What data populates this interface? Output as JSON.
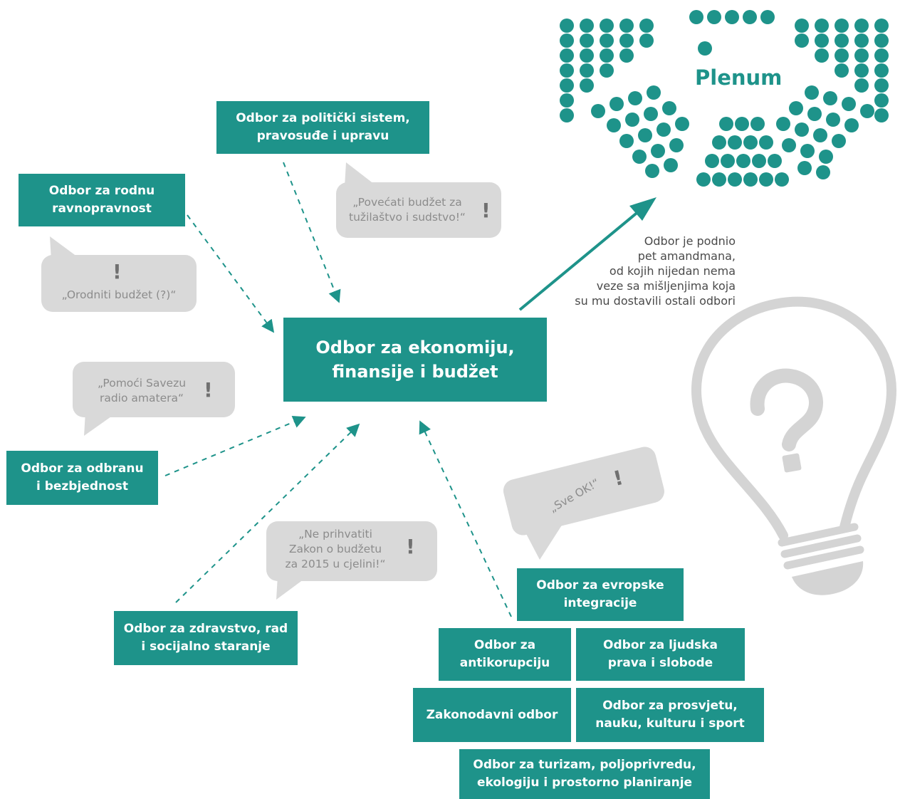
{
  "central_committee": {
    "label": "Odbor za ekonomiju,\nfinansije i budžet"
  },
  "committees": {
    "political_system": "Odbor za politički sistem,\npravosuđe i upravu",
    "gender_equality": "Odbor za rodnu\nravnopravnost",
    "defense": "Odbor za odbranu\ni bezbjednost",
    "health": "Odbor za zdravstvo, rad\ni socijalno staranje",
    "european_integration": "Odbor za evropske\nintegracije",
    "anticorruption": "Odbor za\nantikorupciju",
    "human_rights": "Odbor za ljudska\nprava i slobode",
    "legislative": "Zakonodavni odbor",
    "education": "Odbor za prosvjetu,\nnauku, kulturu i sport",
    "tourism": "Odbor za turizam, poljoprivredu,\nekologiju i prostorno planiranje"
  },
  "opinions": {
    "political_system": "„Povećati budžet za\ntužilaštvo i sudstvo!“",
    "gender_equality": "„Orodniti budžet (?)“",
    "defense": "„Pomoći Savezu\nradio amatera“",
    "health": "„Ne prihvatiti\nZakon o budžetu\nza 2015 u cjelini!“",
    "european_integration": "„Sve OK!“"
  },
  "exclamation": "!",
  "plenum": {
    "label": "Plenum"
  },
  "note": "Odbor je podnio\npet amandmana,\nod kojih nijedan nema\nveze sa mišljenjima koja\nsu mu dostavili ostali odbori",
  "icons": [
    "speech-bubble-icon",
    "exclamation-icon",
    "lightbulb-question-icon",
    "parliament-seats-icon",
    "arrow-icon"
  ],
  "colors": {
    "teal": "#1e938a",
    "bubble": "#d9d9d9",
    "bubble_text": "#8c8c8c",
    "note_text": "#4a4a4a"
  }
}
